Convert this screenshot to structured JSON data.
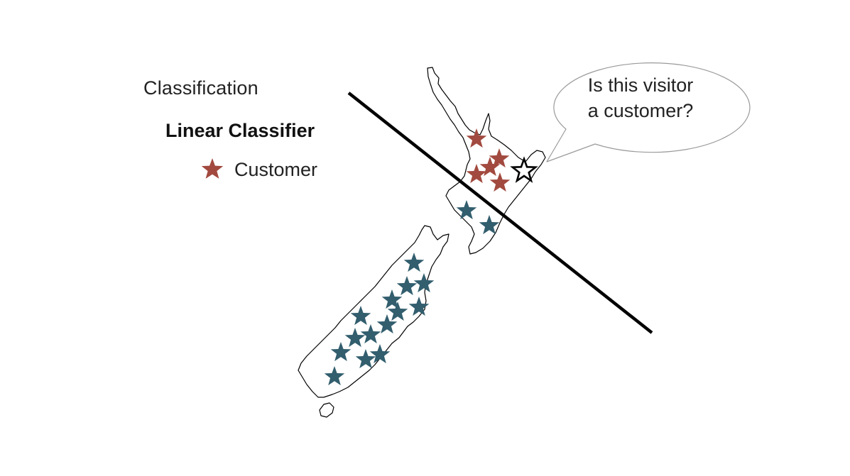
{
  "heading": "Classification",
  "subheading": "Linear Classifier",
  "legend": {
    "label": "Customer",
    "color": "#a24a3f"
  },
  "bubble": {
    "line1": "Is this visitor",
    "line2": "a customer?"
  },
  "colors": {
    "customer": "#a24a3f",
    "non_customer": "#325e6e",
    "line": "#000000",
    "outline": "#000000",
    "bubble_border": "#9a9a9a"
  },
  "counts": {
    "customer_stars": 5,
    "non_customer_stars": 16,
    "unknown_visitor": 1
  }
}
